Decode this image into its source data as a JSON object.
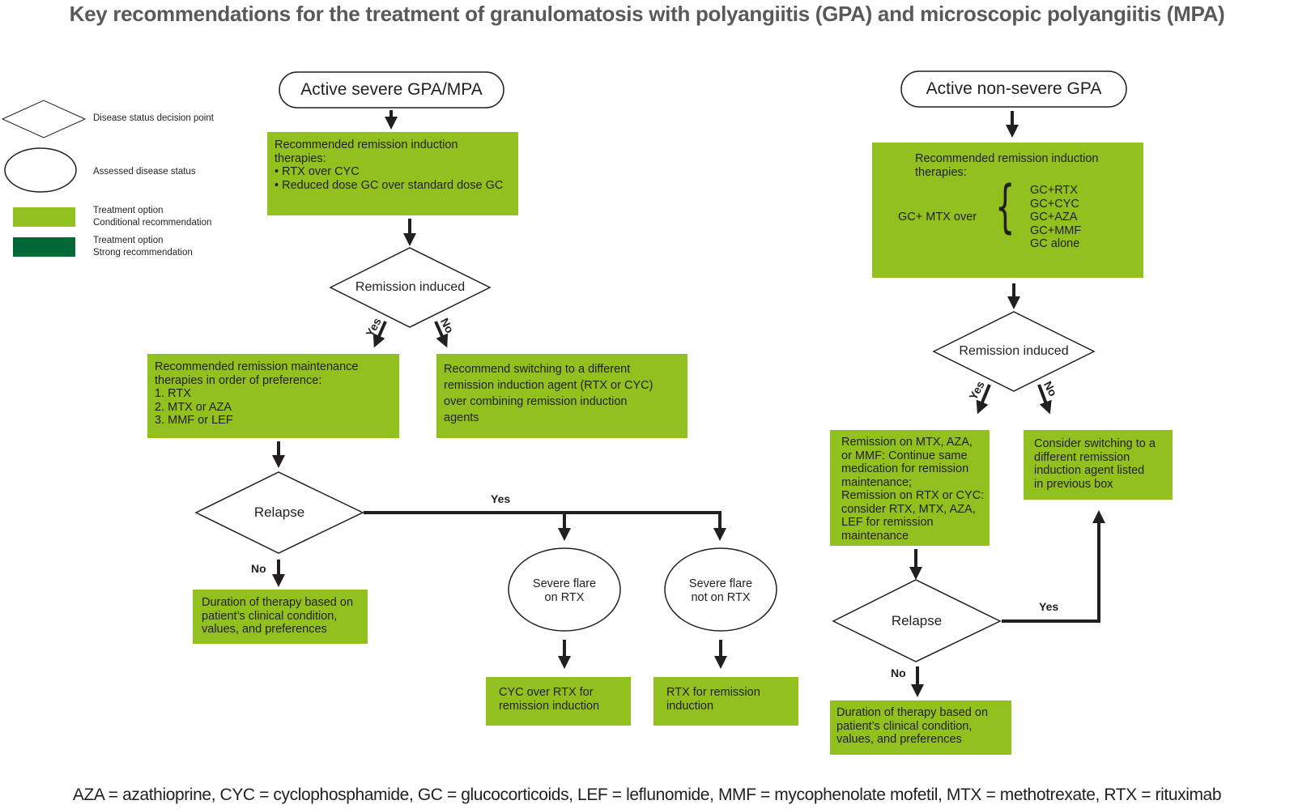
{
  "title": "Key recommendations for the treatment of granulomatosis with polyangiitis (GPA) and microscopic polyangiitis (MPA)",
  "colors": {
    "conditional": "#92c01f",
    "strong": "#006837",
    "title_text": "#58595b",
    "line": "#231f20"
  },
  "legend": {
    "decision_point": "Disease status decision point",
    "assessed_status": "Assessed disease status",
    "conditional": [
      "Treatment option",
      "Conditional recommendation"
    ],
    "strong": [
      "Treatment option",
      "Strong recommendation"
    ]
  },
  "left_flow": {
    "start": "Active severe GPA/MPA",
    "induction_box": [
      "Recommended remission induction",
      "therapies:",
      "• RTX over CYC",
      "• Reduced dose GC over standard dose GC"
    ],
    "decision_remission": "Remission induced",
    "yes": "Yes",
    "no": "No",
    "maintenance_box": [
      "Recommended remission maintenance",
      "therapies in order of preference:",
      "1. RTX",
      "2. MTX or AZA",
      "3. MMF or LEF"
    ],
    "switch_box": [
      "Recommend switching to a different",
      "remission induction agent (RTX or CYC)",
      "over combining remission induction",
      "agents"
    ],
    "decision_relapse": "Relapse",
    "relapse_yes": "Yes",
    "relapse_no": "No",
    "duration_box": [
      "Duration of therapy based on",
      "patient’s clinical condition,",
      "values, and preferences"
    ],
    "flare_on_rtx": [
      "Severe flare",
      "on RTX"
    ],
    "flare_not_on_rtx": [
      "Severe flare",
      "not on RTX"
    ],
    "cyc_box": [
      "CYC over RTX for",
      "remission induction"
    ],
    "rtx_box": [
      "RTX for remission",
      "induction"
    ]
  },
  "right_flow": {
    "start": "Active non-severe GPA",
    "induction_box": {
      "heading": [
        "Recommended remission induction",
        "therapies:"
      ],
      "preferred": "GC+ MTX over",
      "alternatives": [
        "GC+RTX",
        "GC+CYC",
        "GC+AZA",
        "GC+MMF",
        "GC alone"
      ]
    },
    "decision_remission": "Remission induced",
    "yes": "Yes",
    "no": "No",
    "continue_box": [
      "Remission on MTX, AZA,",
      "or MMF: Continue same",
      "medication for remission",
      "maintenance;",
      "Remission on RTX or CYC:",
      "consider RTX, MTX, AZA,",
      "LEF for remission",
      "maintenance"
    ],
    "switch_box": [
      "Consider switching to a",
      "different remission",
      "induction agent listed",
      "in previous box"
    ],
    "decision_relapse": "Relapse",
    "relapse_yes": "Yes",
    "relapse_no": "No",
    "duration_box": [
      "Duration of therapy based on",
      "patient’s clinical condition,",
      "values, and preferences"
    ]
  },
  "footer": "AZA = azathioprine, CYC = cyclophosphamide, GC = glucocorticoids, LEF = leflunomide, MMF = mycophenolate mofetil, MTX = methotrexate, RTX = rituximab"
}
